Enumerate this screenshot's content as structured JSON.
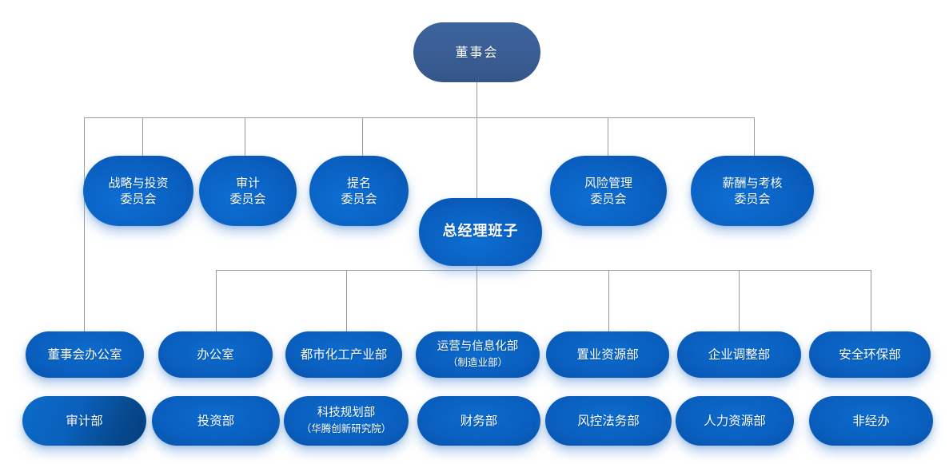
{
  "colors": {
    "root_fill": "#395d93",
    "node_fill_bright": "#0d6fd4",
    "node_fill_deep": "#0852ab",
    "audit_fill_dark": "#053d7c",
    "connector_line": "#9b9b9b",
    "text": "#ffffff",
    "background": "#ffffff"
  },
  "org": {
    "root": {
      "label": "董事会"
    },
    "committees": [
      {
        "line1": "战略与投资",
        "line2": "委员会"
      },
      {
        "line1": "审计",
        "line2": "委员会"
      },
      {
        "line1": "提名",
        "line2": "委员会"
      },
      {
        "line1": "风险管理",
        "line2": "委员会"
      },
      {
        "line1": "薪酬与考核",
        "line2": "委员会"
      }
    ],
    "gm": {
      "label": "总经理班子"
    },
    "row1": [
      {
        "label": "董事会办公室"
      },
      {
        "label": "办公室"
      },
      {
        "label": "都市化工产业部"
      },
      {
        "label": "运营与信息化部",
        "sub": "（制造业部）"
      },
      {
        "label": "置业资源部"
      },
      {
        "label": "企业调整部"
      },
      {
        "label": "安全环保部"
      }
    ],
    "row2": [
      {
        "label": "审计部"
      },
      {
        "label": "投资部"
      },
      {
        "label": "科技规划部",
        "sub": "（华腾创新研究院）"
      },
      {
        "label": "财务部"
      },
      {
        "label": "风控法务部"
      },
      {
        "label": "人力资源部"
      },
      {
        "label": "非经办"
      }
    ]
  }
}
